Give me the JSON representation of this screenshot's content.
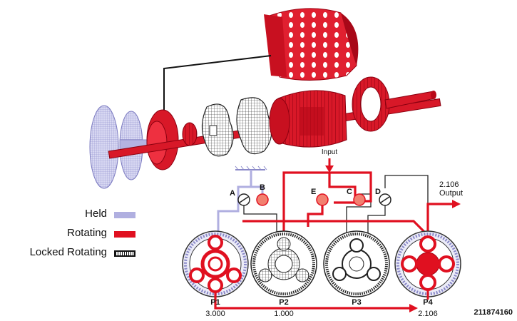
{
  "legend": {
    "held": "Held",
    "rotating": "Rotating",
    "locked_rotating": "Locked Rotating"
  },
  "labels": {
    "input": "Input",
    "output_ratio": "2.106",
    "output": "Output",
    "clutch_a": "A",
    "clutch_b": "B",
    "clutch_c": "C",
    "clutch_d": "D",
    "clutch_e": "E"
  },
  "planetary_sets": [
    {
      "name": "P1",
      "ratio": "3.000"
    },
    {
      "name": "P2",
      "ratio": "1.000"
    },
    {
      "name": "P3",
      "ratio": ""
    },
    {
      "name": "P4",
      "ratio": "2.106"
    }
  ],
  "figure_id": "211874160",
  "colors": {
    "held": "#b0afe0",
    "rotating": "#e01020",
    "locked": "#111111"
  }
}
